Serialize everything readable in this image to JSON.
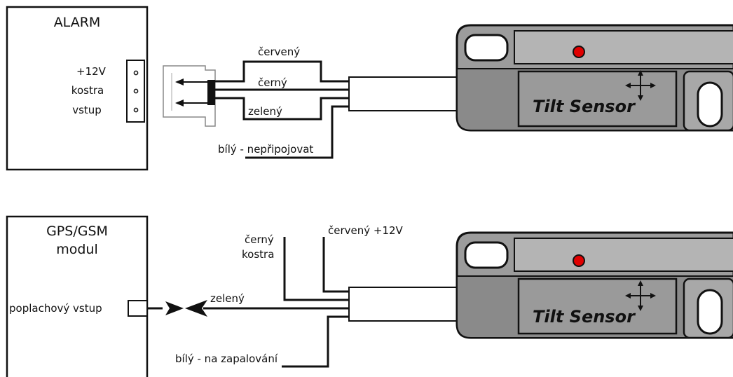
{
  "diagram_top": {
    "device_title": "ALARM",
    "terminals": [
      "+12V",
      "kostra",
      "vstup"
    ],
    "wires": {
      "red": "červený",
      "black": "černý",
      "green": "zelený",
      "white": "bílý - nepřipojovat"
    },
    "sensor_label": "Tilt Sensor"
  },
  "diagram_bottom": {
    "device_title_line1": "GPS/GSM",
    "device_title_line2": "modul",
    "input_label": "poplachový vstup",
    "wires": {
      "black_line1": "černý",
      "black_line2": "kostra",
      "red": "červený +12V",
      "green": "zelený",
      "white": "bílý - na zapalování"
    },
    "sensor_label": "Tilt Sensor"
  },
  "colors": {
    "sensor_body": "#9c9c9c",
    "sensor_face": "#8a8a8a",
    "sensor_top": "#b4b4b4",
    "led": "#e00000",
    "wire": "#111111"
  }
}
